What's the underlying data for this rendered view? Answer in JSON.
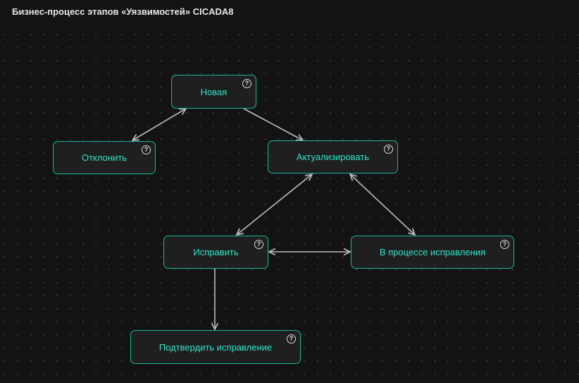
{
  "title": "Бизнес-процесс этапов «Уязвимостей» CICADA8",
  "nodes": {
    "new": "Новая",
    "reject": "Отклонить",
    "actualize": "Актуализировать",
    "fix": "Исправить",
    "in_progress": "В процессе исправления",
    "confirm": "Подтвердить исправление"
  },
  "help_glyph": "?",
  "colors": {
    "accent": "#18b89c",
    "text": "#2ee6c8",
    "edge": "#bdbdbd",
    "background": "#131313"
  }
}
